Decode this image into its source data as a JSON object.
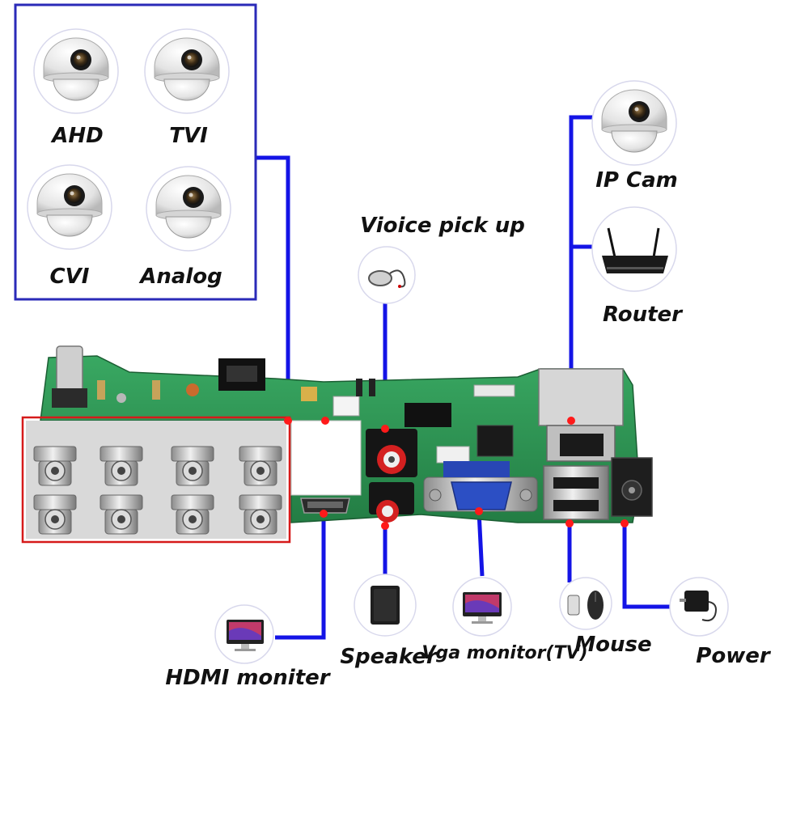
{
  "cameras": {
    "ahd": "AHD",
    "tvi": "TVI",
    "cvi": "CVI",
    "analog": "Analog"
  },
  "devices": {
    "ip_cam": "IP Cam",
    "router": "Router",
    "voice": "Vioice pick up",
    "hdmi": "HDMI moniter",
    "speaker": "Speaker",
    "vga": "Vga monitor(TV)",
    "mouse": "Mouse",
    "power": "Power"
  },
  "colors": {
    "wire": "#1414e6",
    "dot": "#ff1a1a",
    "camera_frame": "#2a2ab8",
    "bnc_frame": "#d61a1a",
    "pcb": "#2e9a55",
    "pcb_dark": "#1f7a3e"
  }
}
